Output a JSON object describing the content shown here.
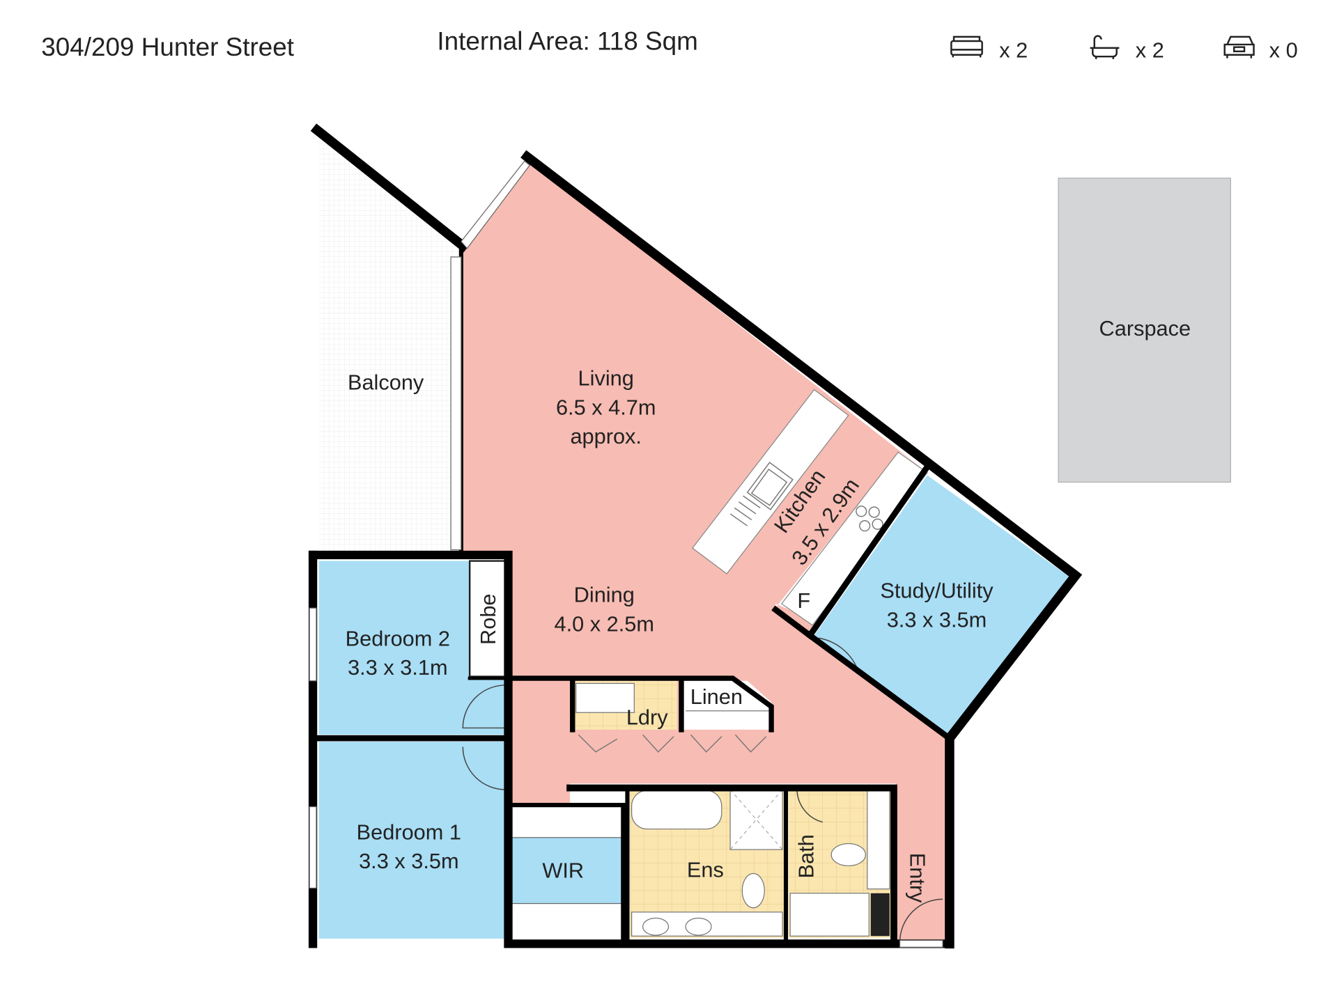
{
  "header": {
    "address": "304/209 Hunter Street",
    "internal_area": "Internal Area: 118 Sqm",
    "features": [
      {
        "icon": "bed-icon",
        "count": "x 2"
      },
      {
        "icon": "bathtub-icon",
        "count": "x 2"
      },
      {
        "icon": "car-icon",
        "count": "x 0"
      }
    ]
  },
  "rooms": {
    "balcony": "Balcony",
    "living": {
      "name": "Living",
      "size": "6.5 x 4.7m",
      "note": "approx."
    },
    "kitchen": {
      "name": "Kitchen",
      "size": "3.5 x 2.9m"
    },
    "fridge": "F",
    "dining": {
      "name": "Dining",
      "size": "4.0 x 2.5m"
    },
    "study": {
      "name": "Study/Utility",
      "size": "3.3 x 3.5m"
    },
    "bedroom2": {
      "name": "Bedroom 2",
      "size": "3.3 x 3.1m"
    },
    "robe": "Robe",
    "bedroom1": {
      "name": "Bedroom 1",
      "size": "3.3 x 3.5m"
    },
    "laundry": "Ldry",
    "linen": "Linen",
    "wir": "WIR",
    "ensuite": "Ens",
    "bath": "Bath",
    "entry": "Entry",
    "carspace": "Carspace"
  },
  "colors": {
    "living": "#f7bcb3",
    "bedroom": "#a9def5",
    "wet": "#fbe6b0",
    "carspace": "#d4d5d7",
    "wall": "#000000"
  }
}
